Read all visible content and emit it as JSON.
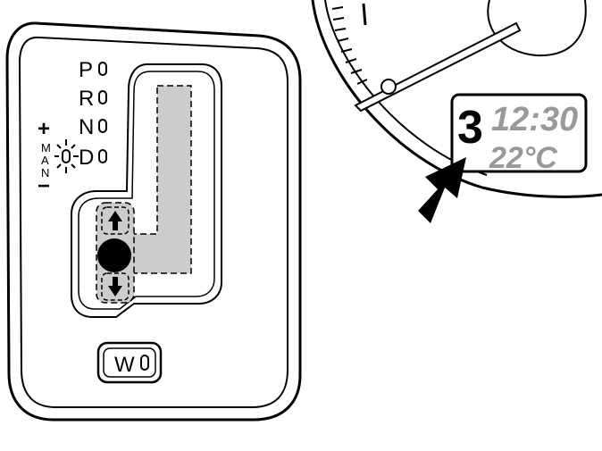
{
  "gear_positions": [
    {
      "label": "P"
    },
    {
      "label": "R"
    },
    {
      "label": "N"
    },
    {
      "label": "D"
    }
  ],
  "manual_mode": {
    "plus_sign": "+",
    "minus_sign": "−",
    "letters": [
      "M",
      "A",
      "N"
    ]
  },
  "winter_button": {
    "label": "W"
  },
  "instrument_display": {
    "gear": "3",
    "time": "12:30",
    "temperature": "22°C"
  },
  "colors": {
    "outline": "#000000",
    "gate_fill": "#cccccc",
    "lcd_digits": "#999999"
  },
  "icons": [
    "shift-up-arrow-icon",
    "shift-down-arrow-icon",
    "indicator-arrow-icon",
    "light-rays-icon"
  ]
}
